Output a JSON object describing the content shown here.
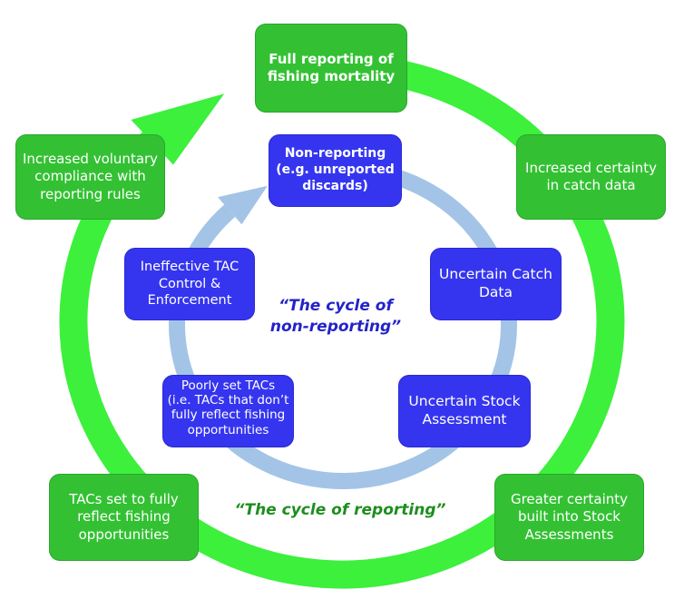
{
  "colors": {
    "outer_ring": "#3cf03c",
    "outer_box": "#33c133",
    "inner_ring": "#a3c4e6",
    "inner_box": "#3535f0",
    "inner_caption": "#2323c8",
    "outer_caption": "#1e8e1e"
  },
  "outer_cycle": {
    "caption": "“The cycle of reporting”",
    "steps": [
      {
        "lines": [
          "Full reporting of",
          "fishing mortality"
        ]
      },
      {
        "lines": [
          "Increased certainty",
          "in catch data"
        ]
      },
      {
        "lines": [
          "Greater certainty",
          "built into Stock",
          "Assessments"
        ]
      },
      {
        "lines": [
          "TACs set to fully",
          "reflect fishing",
          "opportunities"
        ]
      },
      {
        "lines": [
          "Increased voluntary",
          "compliance with",
          "reporting rules"
        ]
      }
    ]
  },
  "inner_cycle": {
    "caption_lines": [
      "“The cycle of",
      "non-reporting”"
    ],
    "steps": [
      {
        "lines": [
          "Non-reporting",
          "(e.g. unreported",
          "discards)"
        ]
      },
      {
        "lines": [
          "Uncertain Catch",
          "Data"
        ]
      },
      {
        "lines": [
          "Uncertain Stock",
          "Assessment"
        ]
      },
      {
        "lines": [
          "Poorly set TACs",
          "(i.e. TACs that don’t",
          "fully reflect fishing",
          "opportunities"
        ]
      },
      {
        "lines": [
          "Ineffective TAC",
          "Control &",
          "Enforcement"
        ]
      }
    ]
  }
}
